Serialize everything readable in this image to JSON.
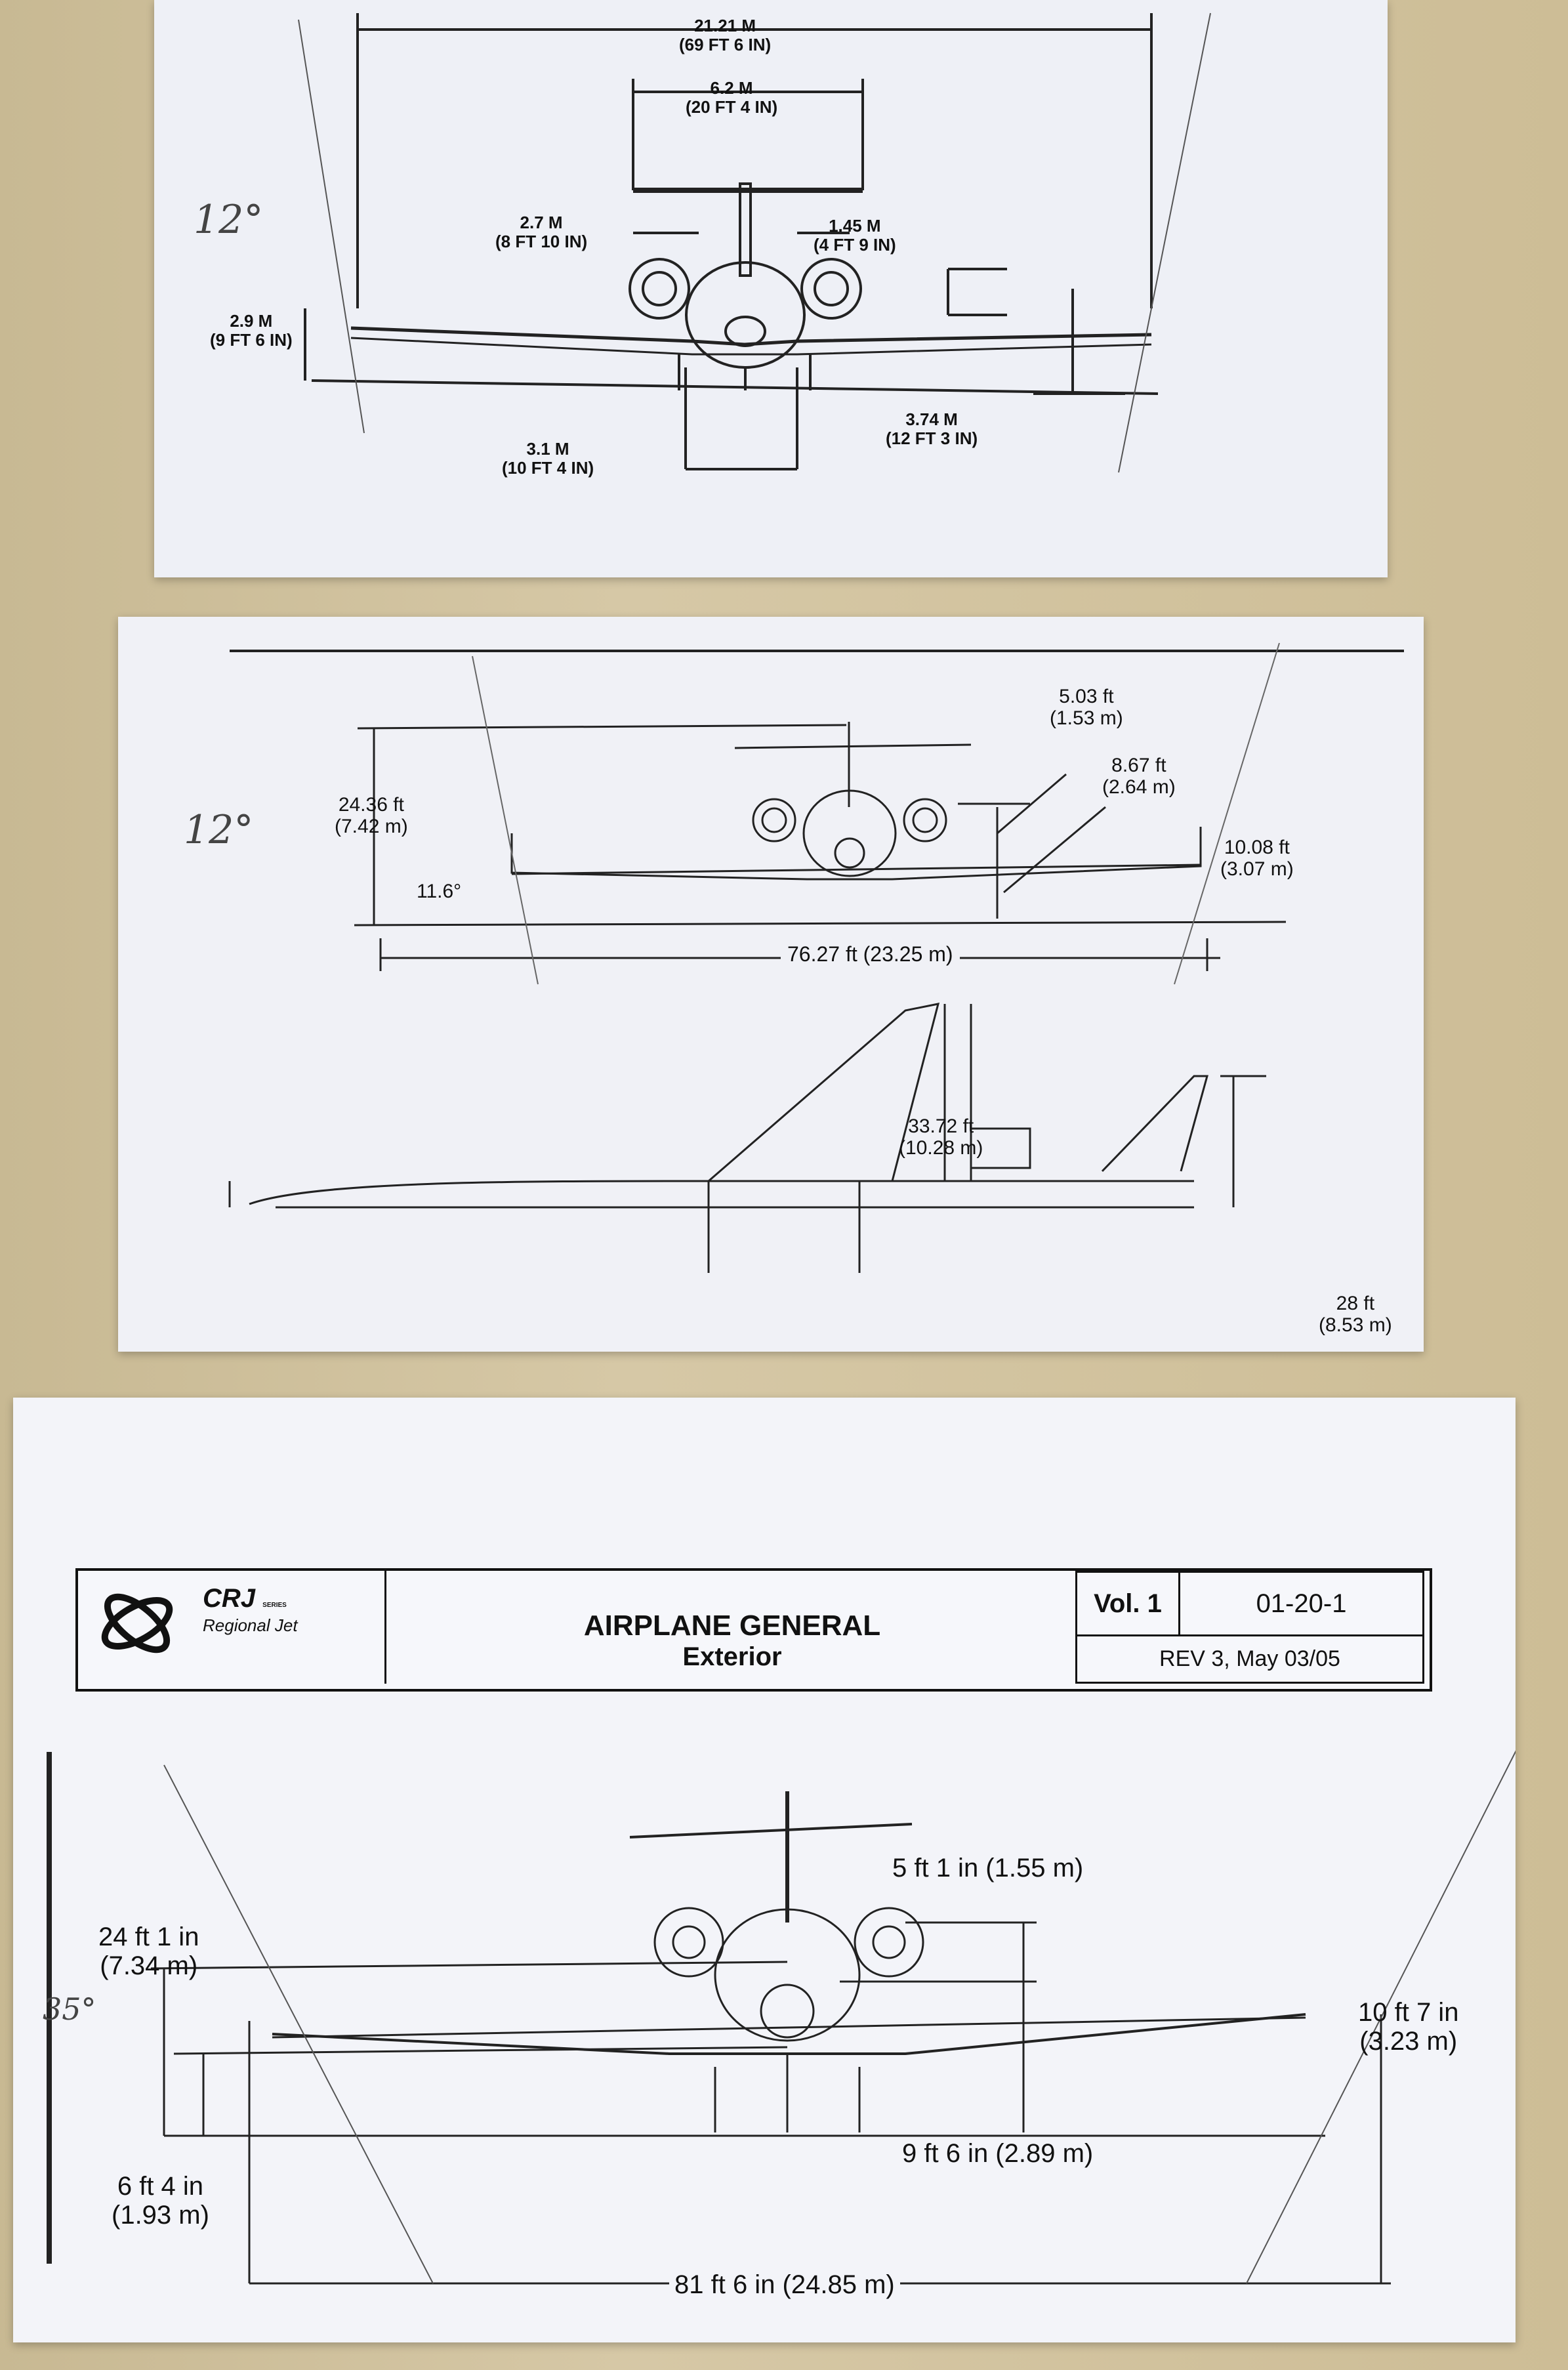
{
  "sheet1": {
    "dims": [
      {
        "id": "span",
        "value": "21.21 M",
        "alt": "(69 FT 6 IN)"
      },
      {
        "id": "tail",
        "value": "6.2 M",
        "alt": "(20 FT 4 IN)"
      },
      {
        "id": "engine-spacing",
        "value": "2.7 M",
        "alt": "(8 FT 10 IN)"
      },
      {
        "id": "engine-height",
        "value": "1.45 M",
        "alt": "(4 FT 9 IN)"
      },
      {
        "id": "wingtip-height",
        "value": "2.9 M",
        "alt": "(9 FT 6 IN)"
      },
      {
        "id": "gear-height",
        "value": "3.74 M",
        "alt": "(12 FT 3 IN)"
      },
      {
        "id": "gear-track",
        "value": "3.1 M",
        "alt": "(10 FT 4 IN)"
      }
    ],
    "angle_note": "12°"
  },
  "sheet2": {
    "dims": [
      {
        "id": "fin-height",
        "value": "5.03 ft",
        "alt": "(1.53 m)"
      },
      {
        "id": "engine-height",
        "value": "8.67 ft",
        "alt": "(2.64 m)"
      },
      {
        "id": "overall-height",
        "value": "24.36 ft",
        "alt": "(7.42 m)"
      },
      {
        "id": "wingtip-height",
        "value": "10.08 ft",
        "alt": "(3.07 m)"
      },
      {
        "id": "dihedral",
        "value": "11.6°",
        "alt": ""
      },
      {
        "id": "span",
        "value": "76.27 ft (23.25 m)",
        "alt": ""
      },
      {
        "id": "tail-height",
        "value": "33.72 ft",
        "alt": "(10.28 m)"
      },
      {
        "id": "stab-height",
        "value": "28 ft",
        "alt": "(8.53 m)"
      }
    ],
    "angle_note": "12°"
  },
  "sheet3": {
    "title_block": {
      "logo": "CRJ",
      "logo_sub": "Regional Jet",
      "logo_series": "SERIES",
      "title": "AIRPLANE GENERAL",
      "subtitle": "Exterior",
      "vol": "Vol. 1",
      "doc": "01-20-1",
      "rev": "REV 3, May 03/05"
    },
    "dims": [
      {
        "id": "engine-height",
        "value": "5 ft 1 in (1.55 m)",
        "alt": ""
      },
      {
        "id": "overall-height",
        "value": "24 ft 1 in",
        "alt": "(7.34 m)"
      },
      {
        "id": "wingtip-height",
        "value": "10 ft 7 in",
        "alt": "(3.23 m)"
      },
      {
        "id": "gear-height",
        "value": "9 ft 6 in (2.89 m)",
        "alt": ""
      },
      {
        "id": "ground-height",
        "value": "6 ft 4 in",
        "alt": "(1.93 m)"
      },
      {
        "id": "span",
        "value": "81 ft 6 in (24.85 m)",
        "alt": ""
      }
    ],
    "angle_note": "35°"
  }
}
